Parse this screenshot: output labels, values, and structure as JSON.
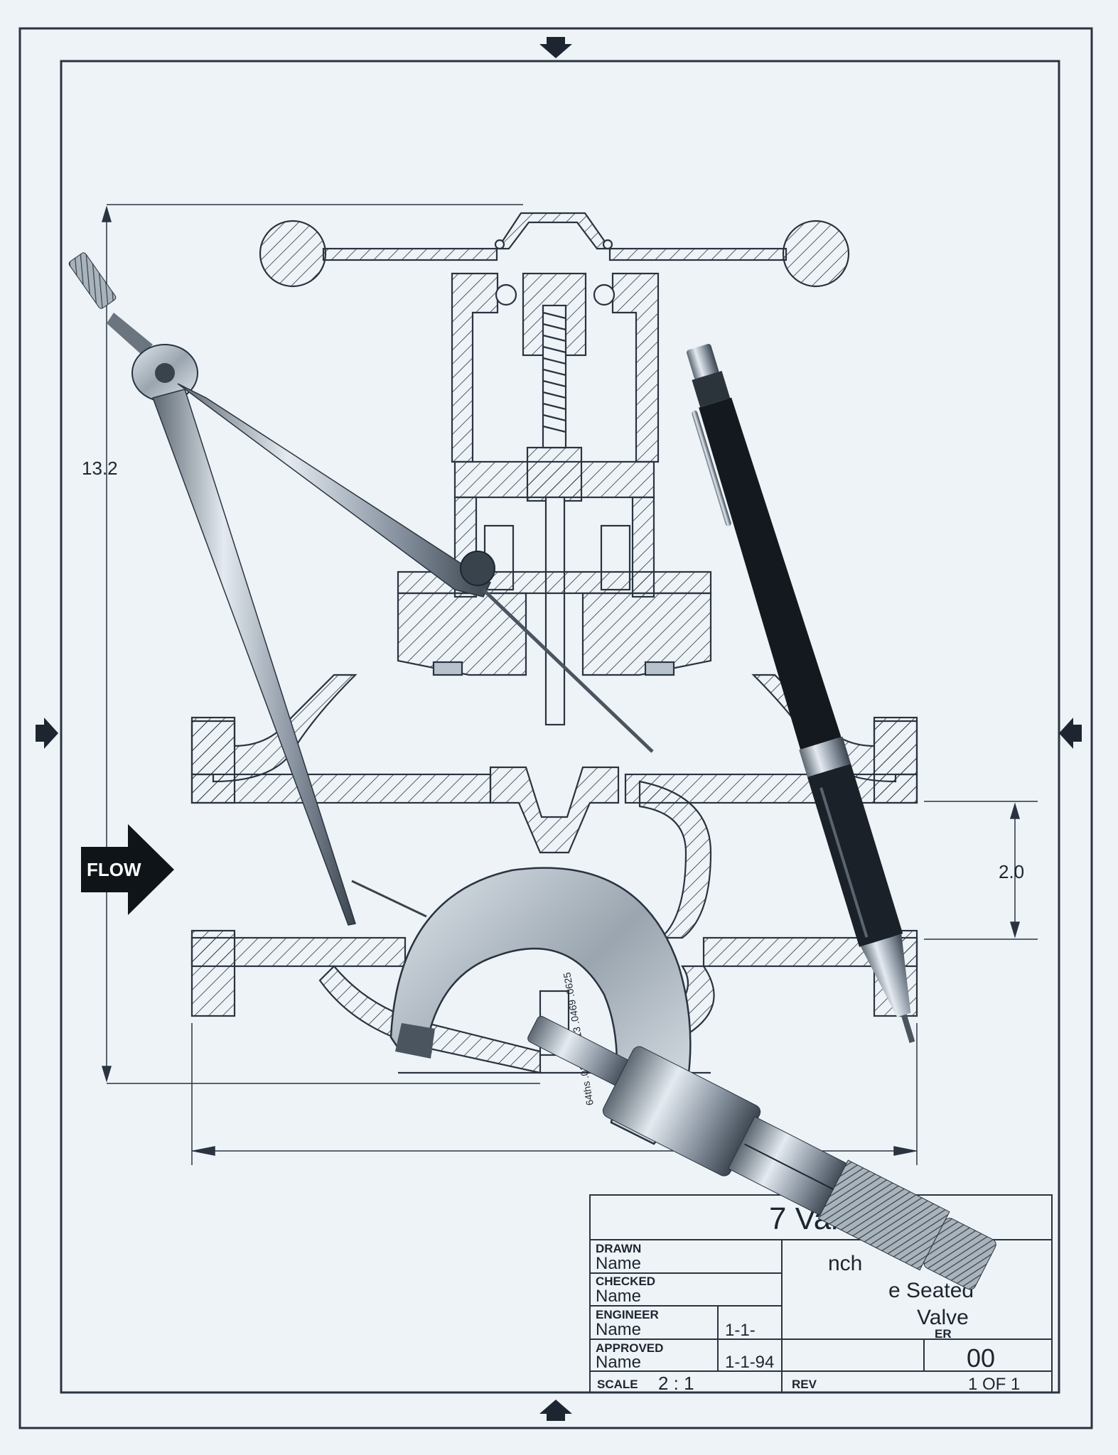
{
  "dimensions": {
    "height": "13.2",
    "pipe_diameter": "2.0"
  },
  "flow_label": "FLOW",
  "title_block": {
    "company_fragment": "7 Valves",
    "desc_line1": "nch",
    "desc_line2": "e Seated",
    "desc_line3": "Valve",
    "drawing_no_fragment": "00",
    "drawn_label": "DRAWN",
    "drawn_value": "Name",
    "checked_label": "CHECKED",
    "checked_value": "Name",
    "engineer_label": "ENGINEER",
    "engineer_value": "Name",
    "engineer_date": "1-1-",
    "approved_label": "APPROVED",
    "approved_value": "Name",
    "approved_date": "1-1-94",
    "number_label_fragment": "ER",
    "scale_label": "SCALE",
    "scale_value": "2 : 1",
    "rev_label": "REV",
    "sheet_value": "1 OF 1"
  },
  "micrometer_table_text": "64ths .0156 .0313 .0469 .0625",
  "colors": {
    "paper": "#eef3f7",
    "line": "#2a3440",
    "metal_light": "#c9d2da",
    "metal_dark": "#4a5560",
    "pencil": "#14191f"
  }
}
